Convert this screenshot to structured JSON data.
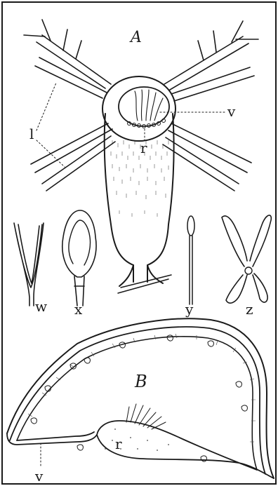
{
  "figure": {
    "panel_a": "A",
    "panel_b": "B",
    "labels": {
      "l": "l",
      "v_top": "v",
      "r_top": "r",
      "w": "w",
      "x": "x",
      "y": "y",
      "z": "z",
      "v_bottom": "v",
      "r_bottom": "r"
    }
  }
}
